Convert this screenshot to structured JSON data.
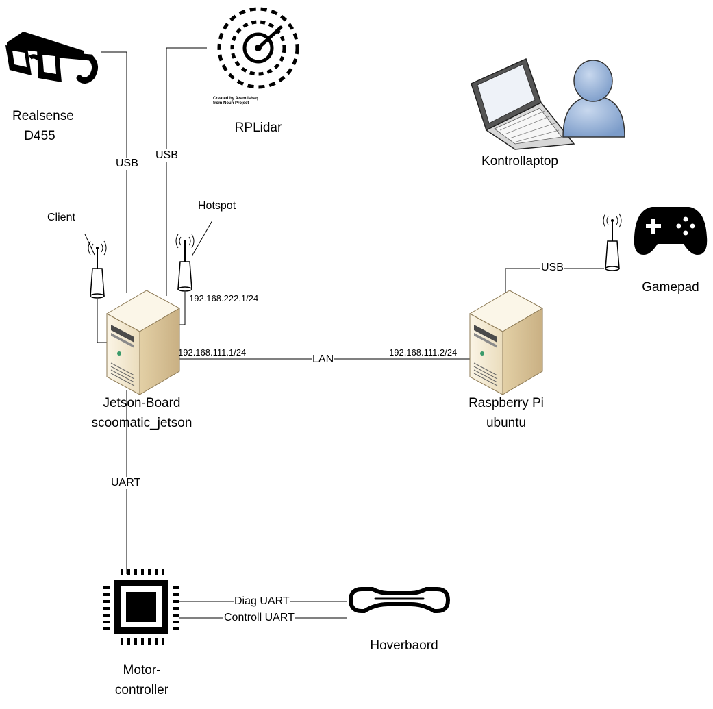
{
  "nodes": {
    "realsense": {
      "line1": "Realsense",
      "line2": "D455"
    },
    "rplidar": {
      "name": "RPLidar",
      "credit1": "Created by Azam Ishaq",
      "credit2": "from Noun Project"
    },
    "laptop": {
      "name": "Kontrollaptop"
    },
    "jetson": {
      "line1": "Jetson-Board",
      "line2": "scoomatic_jetson"
    },
    "raspberry": {
      "line1": "Raspberry Pi",
      "line2": "ubuntu"
    },
    "gamepad": {
      "name": "Gamepad"
    },
    "motor": {
      "line1": "Motor-",
      "line2": "controller"
    },
    "hoverboard": {
      "name": "Hoverbaord"
    }
  },
  "antennas": {
    "client": "Client",
    "hotspot": "Hotspot"
  },
  "edges": {
    "realsense_usb": "USB",
    "rplidar_usb": "USB",
    "gamepad_usb": "USB",
    "lan": "LAN",
    "uart": "UART",
    "diag_uart": "Diag UART",
    "controll_uart": "Controll UART"
  },
  "ips": {
    "hotspot": "192.168.222.1/24",
    "jetson_lan": "192.168.111.1/24",
    "raspberry_lan": "192.168.111.2/24"
  },
  "colors": {
    "server_body": "#eadcbc",
    "server_front": "#f7eed8",
    "server_top": "#fbf6e8",
    "person": "#a3bde0",
    "line": "#000000"
  }
}
